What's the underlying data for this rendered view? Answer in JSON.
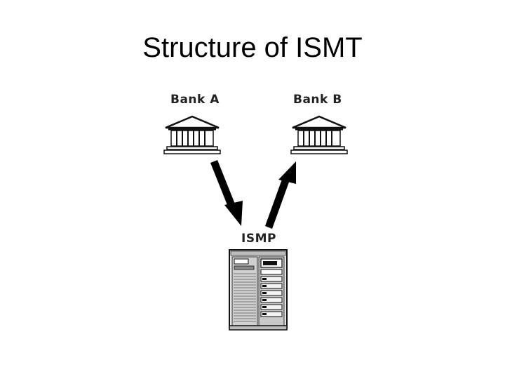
{
  "title": "Structure of ISMT",
  "nodes": {
    "bank_a": {
      "label": "Bank A",
      "icon": "bank-building-icon"
    },
    "bank_b": {
      "label": "Bank B",
      "icon": "bank-building-icon"
    },
    "ismp": {
      "label": "ISMP",
      "icon": "server-tower-icon"
    }
  },
  "edges": [
    {
      "from": "Bank A",
      "to": "ISMP"
    },
    {
      "from": "ISMP",
      "to": "Bank B"
    }
  ]
}
